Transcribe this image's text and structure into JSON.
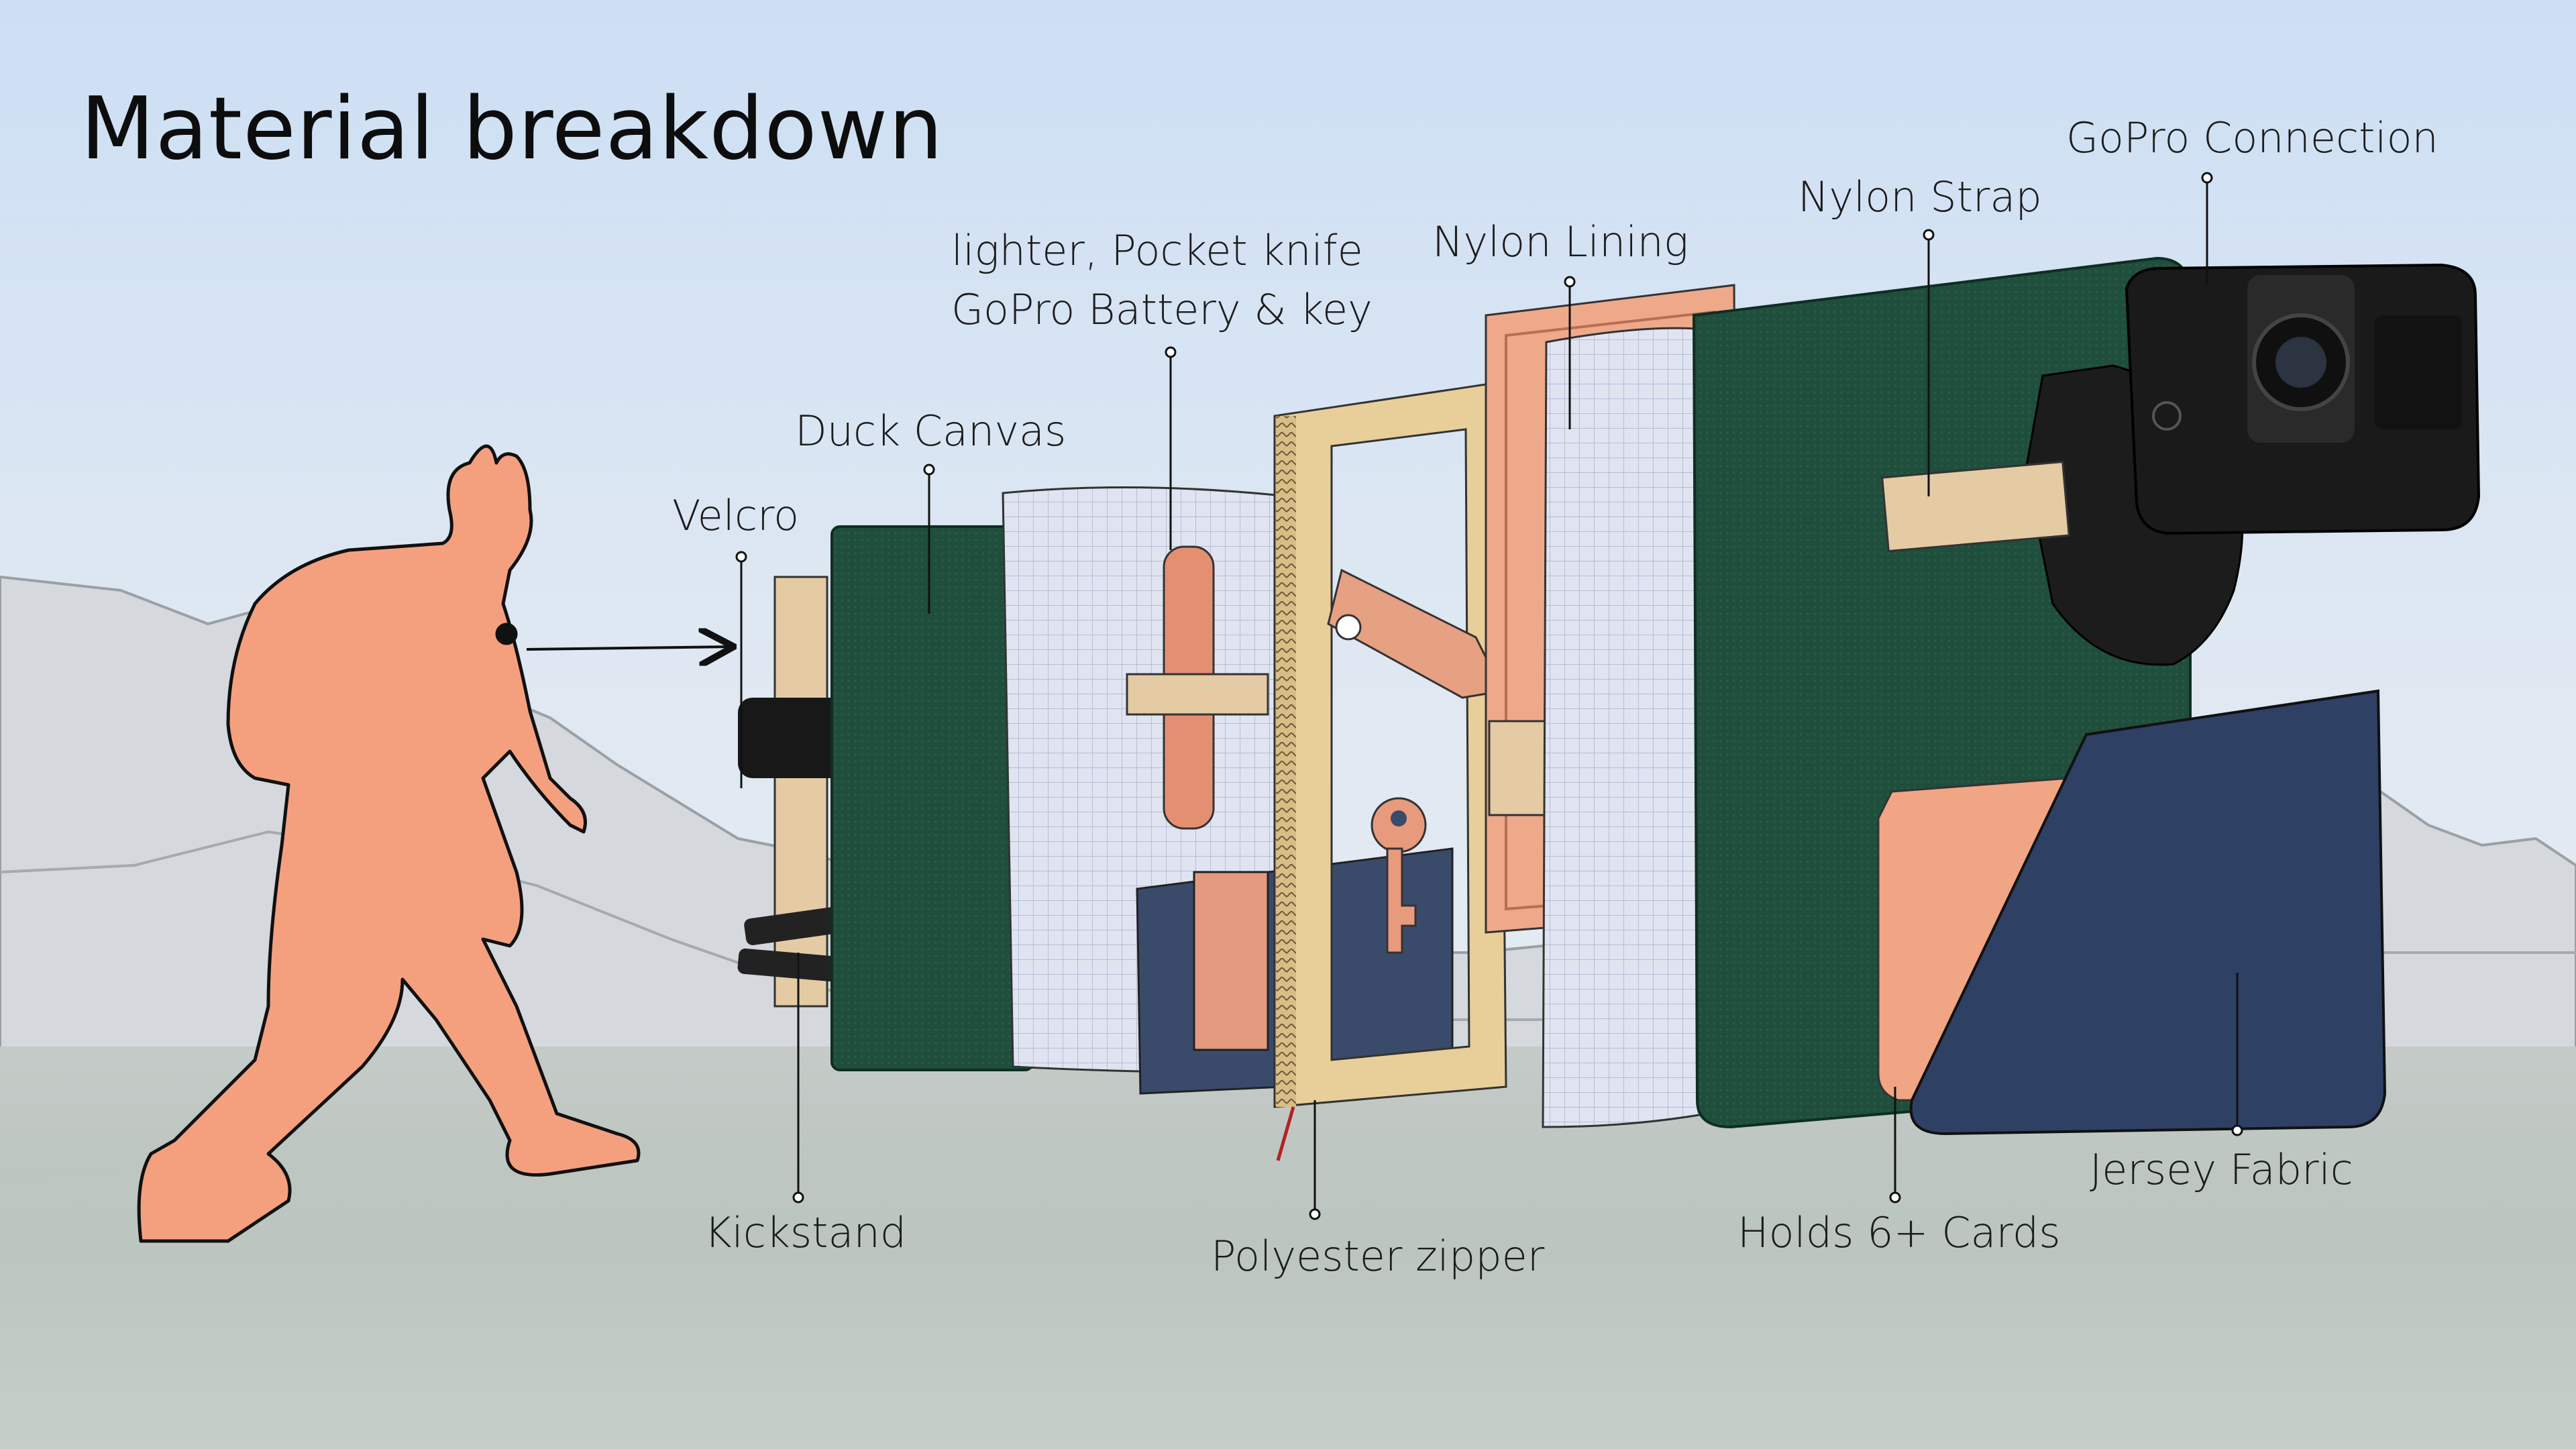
{
  "title": "Material breakdown",
  "labels": {
    "gopro_connection": "GoPro Connection",
    "nylon_strap": "Nylon Strap",
    "nylon_lining": "Nylon Lining",
    "pocket_contents_line1": "lighter, Pocket knife",
    "pocket_contents_line2": "GoPro Battery & key",
    "duck_canvas": "Duck Canvas",
    "velcro": "Velcro",
    "kickstand": "Kickstand",
    "polyester_zipper": "Polyester zipper",
    "holds_cards": "Holds 6+ Cards",
    "jersey_fabric": "Jersey Fabric"
  },
  "colors": {
    "sky_top": "#cfe0f4",
    "sky_mid": "#dbe6f1",
    "mountains": "#d4d7da",
    "ground": "#b9c3bd",
    "hiker": "#f4a07f",
    "canvas_green": "#1e4d3b",
    "grid_panel": "#dfe3f1",
    "velcro_tan": "#e3c9a2",
    "zipper_frame": "#e8cf9a",
    "pocket_navy": "#3a4a6b",
    "copper": "#e89a7c",
    "camera_black": "#1a1a1a",
    "jersey_navy": "#2e4064"
  },
  "icons": [
    "hiker-silhouette",
    "gopro-camera",
    "lighter",
    "pocket-knife",
    "key",
    "battery"
  ]
}
